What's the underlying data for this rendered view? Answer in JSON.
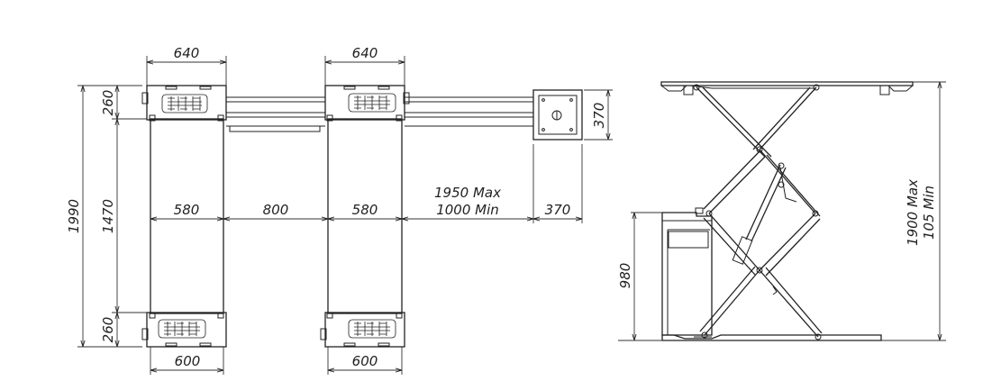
{
  "plan_view": {
    "top_width_left": "640",
    "top_width_right": "640",
    "bottom_width_left": "600",
    "bottom_width_right": "600",
    "overall_length": "1990",
    "middle_length": "1470",
    "end_length_top": "260",
    "end_length_bottom": "260",
    "platform_width_left": "580",
    "inner_gap": "800",
    "platform_width_right": "580",
    "console_distance_max": "1950 Max",
    "console_distance_min": "1000 Min",
    "console_width": "370",
    "console_depth": "370"
  },
  "side_view": {
    "height_max": "1900 Max",
    "height_min": "105 Min",
    "console_height": "980"
  }
}
